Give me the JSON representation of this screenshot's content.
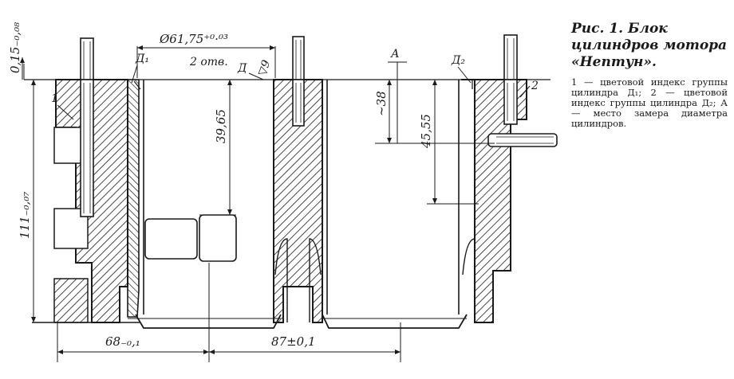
{
  "caption": {
    "title": "Рис. 1. Блок цилиндров мотора «Нептун».",
    "text": "1 — цветовой индекс группы цилиндра Д₁; 2 — цветовой индекс группы цилиндра Д₂; А — место замера диаметра цилиндров."
  },
  "labels": {
    "diameter": "Ø61,75⁺⁰·⁰³",
    "holes": "2 отв.",
    "section_a": "А",
    "d1": "Д₁",
    "d2": "Д₂",
    "d": "Д",
    "finish": "▽9",
    "part1": "1",
    "part2": "2"
  },
  "dimensions": {
    "top_tol": "0,15₋₀,₀₈",
    "height_bore": "39,65",
    "depth_38": "~38",
    "depth_4555": "45,55",
    "height_total": "111₋₀,₀₇",
    "width_68": "68₋₀,₁",
    "center_87": "87±0,1"
  }
}
